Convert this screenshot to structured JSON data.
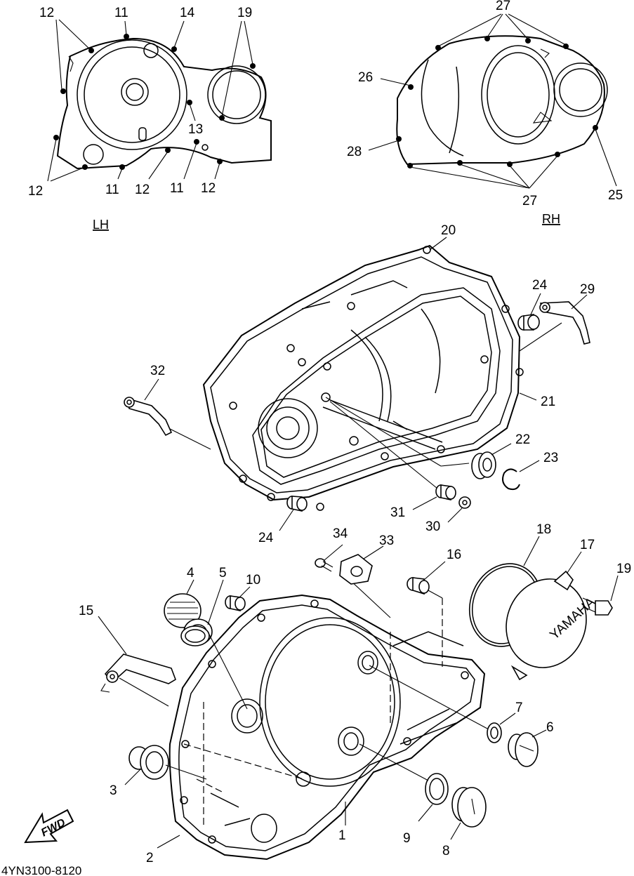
{
  "diagram": {
    "section_labels": {
      "left": "LH",
      "right": "RH"
    },
    "drawing_code": "4YN3100-8120",
    "fwd_label": "FWD",
    "cover_brand": "YAMAHA",
    "callouts": {
      "c1": "1",
      "c2": "2",
      "c3": "3",
      "c4": "4",
      "c5": "5",
      "c6": "6",
      "c7": "7",
      "c8": "8",
      "c9": "9",
      "c10": "10",
      "c15": "15",
      "c16": "16",
      "c17": "17",
      "c18": "18",
      "c19": "19",
      "c20": "20",
      "c21": "21",
      "c22": "22",
      "c23": "23",
      "c24a": "24",
      "c24b": "24",
      "c29": "29",
      "c30": "30",
      "c31": "31",
      "c32": "32",
      "c33": "33",
      "c34": "34",
      "lh_12a": "12",
      "lh_11a": "11",
      "lh_14": "14",
      "lh_19": "19",
      "lh_13": "13",
      "lh_12b": "12",
      "lh_11b": "11",
      "lh_12c": "12",
      "lh_11c": "11",
      "lh_12d": "12",
      "rh_27a": "27",
      "rh_26": "26",
      "rh_28": "28",
      "rh_27b": "27",
      "rh_25": "25"
    }
  }
}
